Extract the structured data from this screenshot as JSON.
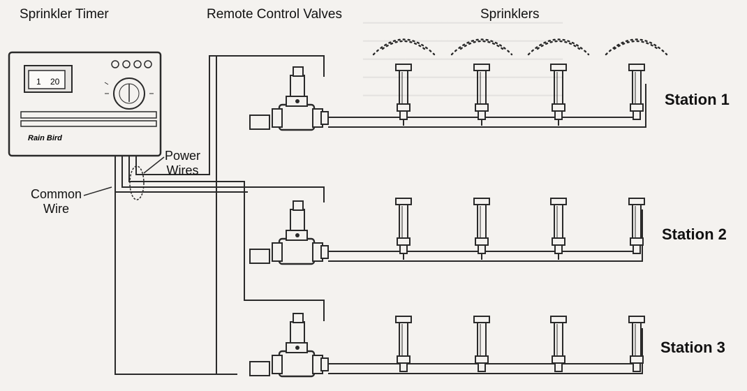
{
  "header": {
    "timer_title": "Sprinkler Timer",
    "valves_title": "Remote Control Valves",
    "sprinklers_title": "Sprinklers"
  },
  "timer": {
    "display_value": "1",
    "display_value2": "20",
    "brand": "Rain Bird"
  },
  "callouts": {
    "power_wires": "Power\nWires",
    "common_wire": "Common\nWire"
  },
  "stations": [
    {
      "label": "Station 1"
    },
    {
      "label": "Station 2"
    },
    {
      "label": "Station 3"
    }
  ],
  "colors": {
    "ink": "#2a2a2a",
    "background": "#f4f2ef"
  }
}
